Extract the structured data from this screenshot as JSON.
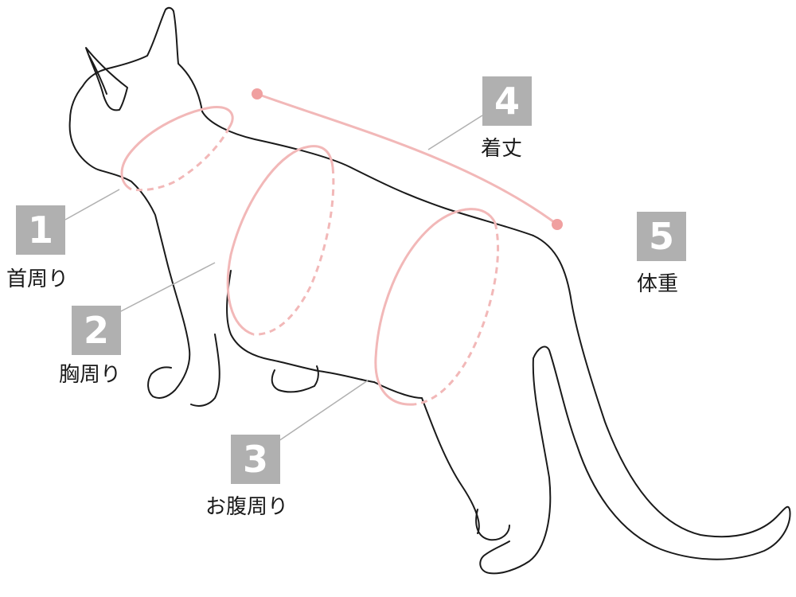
{
  "colors": {
    "outline": "#1a1a1a",
    "measure": "#f2b8b8",
    "measure_dot": "#f0a0a0",
    "leader": "#b0b0b0",
    "badge_bg": "#b0b0b0",
    "badge_text": "#ffffff"
  },
  "measurements": [
    {
      "number": "1",
      "label": "首周り"
    },
    {
      "number": "2",
      "label": "胸周り"
    },
    {
      "number": "3",
      "label": "お腹周り"
    },
    {
      "number": "4",
      "label": "着丈"
    },
    {
      "number": "5",
      "label": "体重"
    }
  ]
}
